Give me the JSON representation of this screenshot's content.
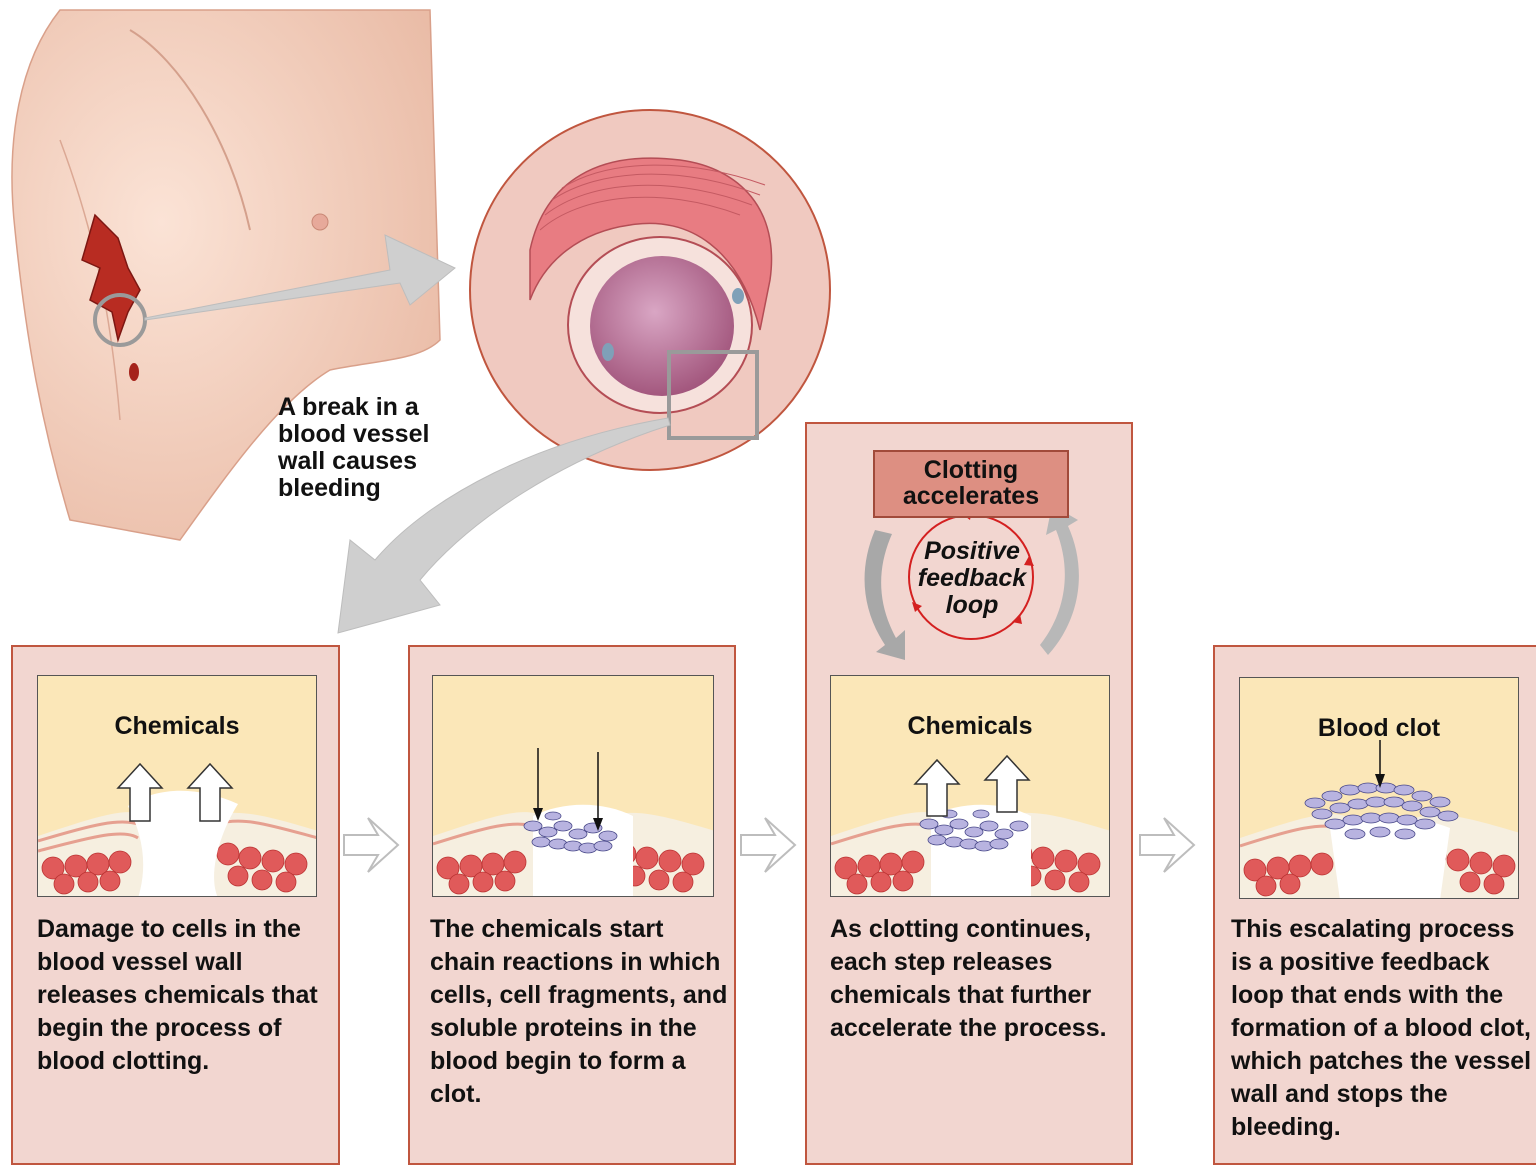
{
  "intro_caption": "A break in a blood vessel wall causes bleeding",
  "loop": {
    "box_label": "Clotting accelerates",
    "circle_label": "Positive feedback loop"
  },
  "steps": [
    {
      "inset_label": "Chemicals",
      "caption": "Damage to cells in the blood vessel wall releases chemicals that begin the process of blood clotting."
    },
    {
      "inset_label": "",
      "caption": "The chemicals start chain reactions in which cells, cell fragments, and soluble proteins in the blood begin to form a clot."
    },
    {
      "inset_label": "Chemicals",
      "caption": "As clotting continues, each step releases chemicals that further accelerate the process."
    },
    {
      "inset_label": "Blood clot",
      "caption": "This escalating process is a positive feedback loop that ends with the formation of a blood clot, which patches the vessel wall and stops the bleeding."
    }
  ],
  "colors": {
    "panel_fill": "#f2d6d0",
    "panel_border": "#c0563f",
    "inset_fill": "#fbe7b8",
    "loop_box": "#dd8f82",
    "loop_circle": "#d42020",
    "arrow_gray": "#c9c9c9"
  }
}
